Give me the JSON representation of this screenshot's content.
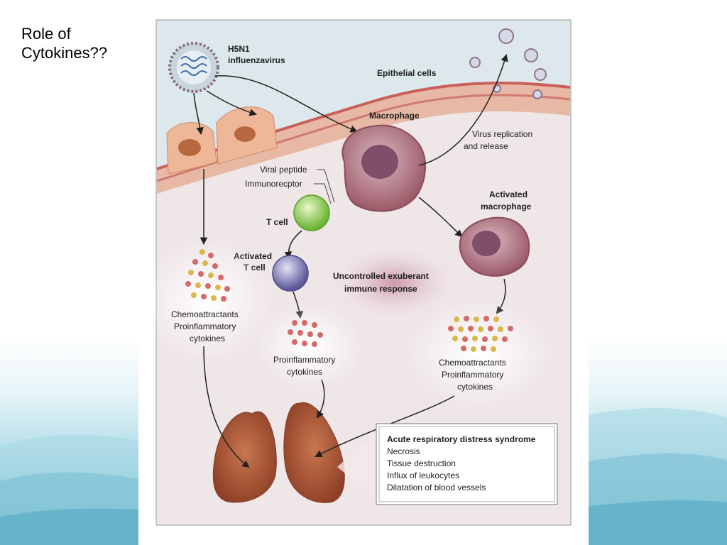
{
  "slide": {
    "title": "Role of\nCytokines??"
  },
  "figure": {
    "virus_label_line1": "H5N1",
    "virus_label_line2": "influenzavirus",
    "epithelial_label": "Epithelial cells",
    "macrophage_label": "Macrophage",
    "virus_release_line1": "Virus replication",
    "virus_release_line2": "and release",
    "viral_peptide_label": "Viral peptide",
    "immunoreceptor_label": "Immunorecptor",
    "t_cell_label": "T cell",
    "activated_t_line1": "Activated",
    "activated_t_line2": "T cell",
    "activated_mac_line1": "Activated",
    "activated_mac_line2": "macrophage",
    "immune_line1": "Uncontrolled exuberant",
    "immune_line2": "immune response",
    "left_cyto_line1": "Chemoattractants",
    "left_cyto_line2": "Proinflammatory",
    "left_cyto_line3": "cytokines",
    "mid_cyto_line1": "Proinflammatory",
    "mid_cyto_line2": "cytokines",
    "right_cyto_line1": "Chemoattractants",
    "right_cyto_line2": "Proinflammatory",
    "right_cyto_line3": "cytokines",
    "ards_title": "Acute respiratory distress syndrome",
    "ards_items": [
      "Necrosis",
      "Tissue destruction",
      "Influx of leukocytes",
      "Dilatation of blood vessels"
    ]
  },
  "colors": {
    "panel_bg": "#efe6e8",
    "airway": "#d9e7ea",
    "membrane": "#c9605a",
    "cell_body": "#e4a07a",
    "macrophage": "#a0606c",
    "t_cell": "#7fc040",
    "activated_t_cell": "#6a68a8",
    "lung": "#b65a3a",
    "cytokine_red": "#d46a6a",
    "cytokine_yellow": "#d8b84a"
  }
}
